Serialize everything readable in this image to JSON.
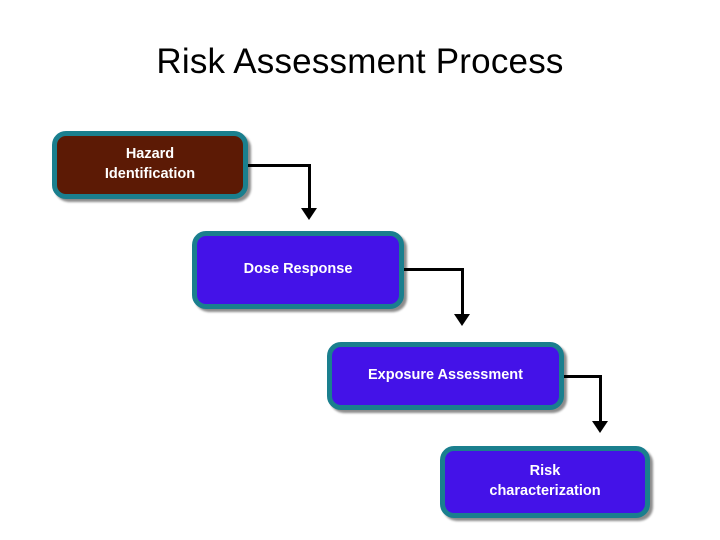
{
  "slide": {
    "title": "Risk Assessment Process",
    "background_color": "#ffffff"
  },
  "diagram": {
    "type": "flowchart",
    "direction": "cascading-down-right",
    "boxes": [
      {
        "id": "hazard",
        "label": "Hazard\nIdentification",
        "line1": "Hazard",
        "line2": "Identification",
        "fill_color": "#5c1a05",
        "border_color": "#1a7f8e",
        "text_color": "#ffffff"
      },
      {
        "id": "dose",
        "label": "Dose Response",
        "line1": "Dose Response",
        "line2": "",
        "fill_color": "#4412e8",
        "border_color": "#1a7f8e",
        "text_color": "#ffffff"
      },
      {
        "id": "exposure",
        "label": "Exposure Assessment",
        "line1": "Exposure Assessment",
        "line2": "",
        "fill_color": "#4412e8",
        "border_color": "#1a7f8e",
        "text_color": "#ffffff"
      },
      {
        "id": "risk",
        "label": "Risk characterization",
        "line1": "Risk",
        "line2": "characterization",
        "fill_color": "#4412e8",
        "border_color": "#1a7f8e",
        "text_color": "#ffffff"
      }
    ],
    "connectors": [
      {
        "from": "hazard",
        "to": "dose",
        "style": "elbow-arrow",
        "color": "#000000"
      },
      {
        "from": "dose",
        "to": "exposure",
        "style": "elbow-arrow",
        "color": "#000000"
      },
      {
        "from": "exposure",
        "to": "risk",
        "style": "elbow-arrow",
        "color": "#000000"
      }
    ]
  }
}
